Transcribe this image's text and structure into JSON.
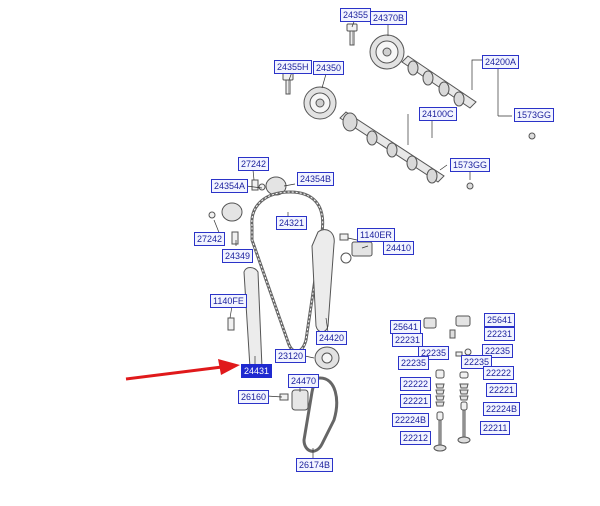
{
  "diagram": {
    "labels": [
      {
        "id": "l-24355",
        "text": "24355"
      },
      {
        "id": "l-24370B",
        "text": "24370B"
      },
      {
        "id": "l-24355H",
        "text": "24355H"
      },
      {
        "id": "l-24350",
        "text": "24350"
      },
      {
        "id": "l-24200A",
        "text": "24200A"
      },
      {
        "id": "l-1573GG-a",
        "text": "1573GG"
      },
      {
        "id": "l-24100C",
        "text": "24100C"
      },
      {
        "id": "l-1573GG-b",
        "text": "1573GG"
      },
      {
        "id": "l-27242-a",
        "text": "27242"
      },
      {
        "id": "l-24354A",
        "text": "24354A"
      },
      {
        "id": "l-24354B",
        "text": "24354B"
      },
      {
        "id": "l-24321",
        "text": "24321"
      },
      {
        "id": "l-27242-b",
        "text": "27242"
      },
      {
        "id": "l-24349",
        "text": "24349"
      },
      {
        "id": "l-1140ER",
        "text": "1140ER"
      },
      {
        "id": "l-24410",
        "text": "24410"
      },
      {
        "id": "l-1140FE",
        "text": "1140FE"
      },
      {
        "id": "l-24420",
        "text": "24420"
      },
      {
        "id": "l-23120",
        "text": "23120"
      },
      {
        "id": "l-24431",
        "text": "24431"
      },
      {
        "id": "l-24470",
        "text": "24470"
      },
      {
        "id": "l-26160",
        "text": "26160"
      },
      {
        "id": "l-26174B",
        "text": "26174B"
      },
      {
        "id": "l-25641-a",
        "text": "25641"
      },
      {
        "id": "l-25641-b",
        "text": "25641"
      },
      {
        "id": "l-22231-a",
        "text": "22231"
      },
      {
        "id": "l-22231-b",
        "text": "22231"
      },
      {
        "id": "l-22235-a",
        "text": "22235"
      },
      {
        "id": "l-22235-b",
        "text": "22235"
      },
      {
        "id": "l-22235-c",
        "text": "22235"
      },
      {
        "id": "l-22235-d",
        "text": "22235"
      },
      {
        "id": "l-22222-a",
        "text": "22222"
      },
      {
        "id": "l-22222-b",
        "text": "22222"
      },
      {
        "id": "l-22221-a",
        "text": "22221"
      },
      {
        "id": "l-22221-b",
        "text": "22221"
      },
      {
        "id": "l-22224B-a",
        "text": "22224B"
      },
      {
        "id": "l-22224B-b",
        "text": "22224B"
      },
      {
        "id": "l-22212",
        "text": "22212"
      },
      {
        "id": "l-22211",
        "text": "22211"
      }
    ],
    "highlighted": "24431",
    "colors": {
      "label_border": "#2b33c8",
      "label_fill": "#f2f4ff",
      "label_text": "#1a1f9c",
      "highlight_fill": "#1f2ad0",
      "pointer_arrow": "#e0191b",
      "line_art": "#555555"
    }
  }
}
